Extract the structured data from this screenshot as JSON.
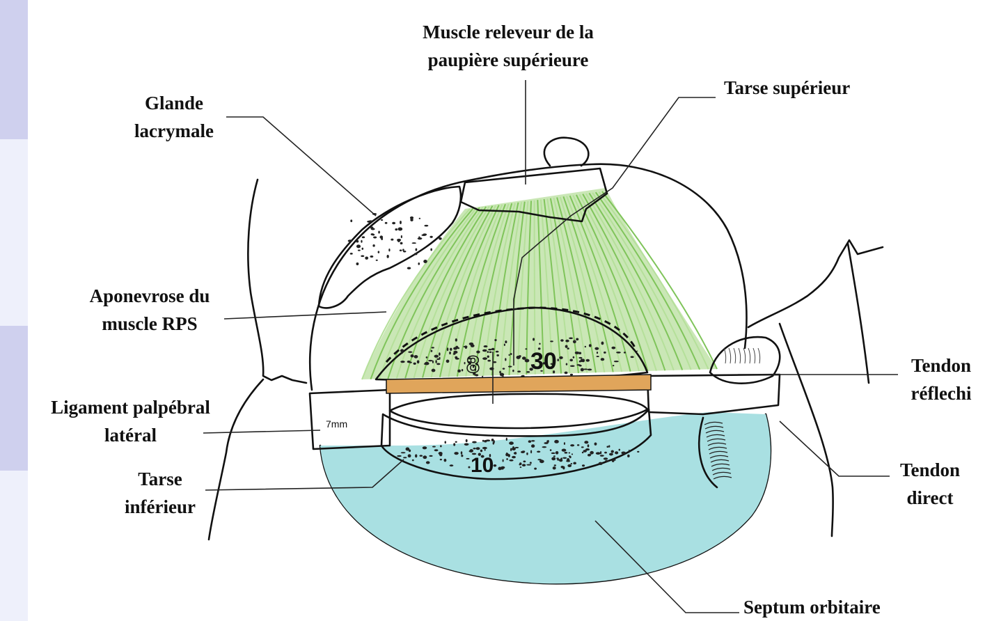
{
  "colors": {
    "muscle": "#e31b23",
    "aponeurosis": "#9fd37a",
    "gland": "#f7f0a3",
    "tarsus": "#f2e83c",
    "ligament": "#e0a55b",
    "septum": "#a9e0e2",
    "strip_dark": "#cfd0ee",
    "strip_light": "#eef0fb"
  },
  "labels": {
    "muscle_releveur_line1": "Muscle releveur de la",
    "muscle_releveur_line2": "paupière supérieure",
    "tarse_superieur": "Tarse supérieur",
    "glande_line1": "Glande",
    "glande_line2": "lacrymale",
    "aponevrose_line1": "Aponevrose du",
    "aponevrose_line2": "muscle RPS",
    "tendon_reflechi_line1": "Tendon",
    "tendon_reflechi_line2": "réflechi",
    "ligament_line1": "Ligament palpébral",
    "ligament_line2": "latéral",
    "tendon_direct_line1": "Tendon",
    "tendon_direct_line2": "direct",
    "tarse_inferieur_line1": "Tarse",
    "tarse_inferieur_line2": "inférieur",
    "septum": "Septum orbitaire"
  },
  "marks": {
    "upper_tarsus_height": "30",
    "lower_tarsus_height": "10",
    "ligament_length": "7mm"
  }
}
